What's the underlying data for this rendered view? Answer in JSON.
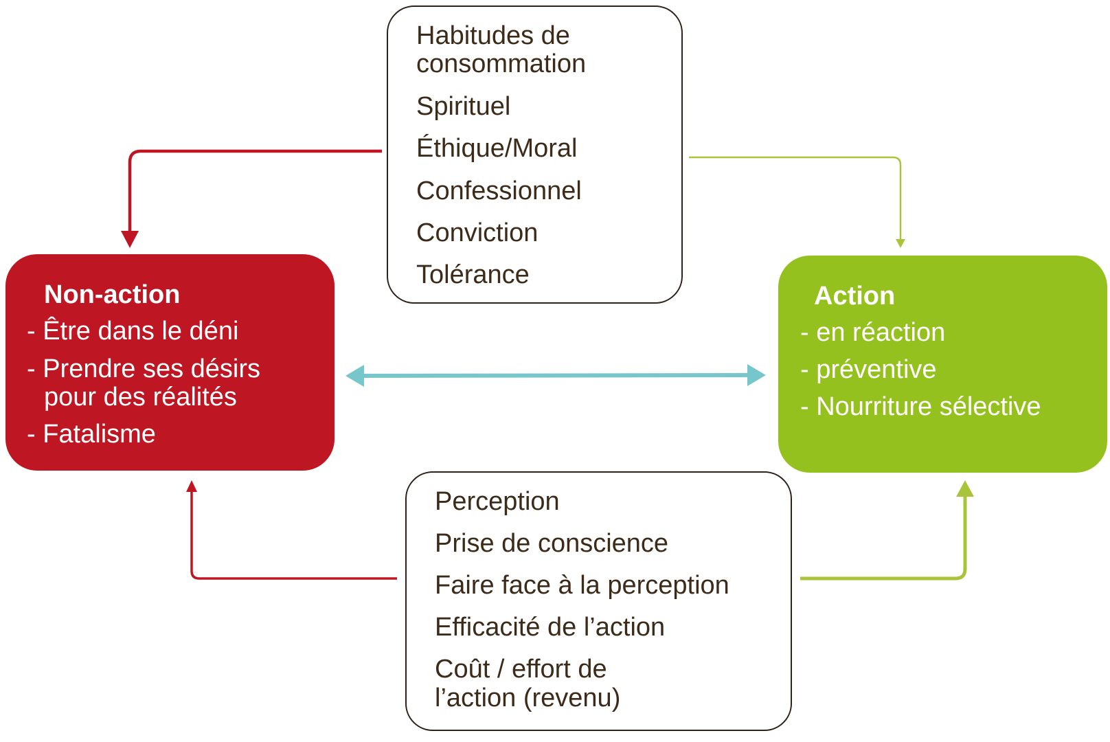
{
  "top_box": {
    "items": [
      "Habitudes de",
      "consommation",
      "Spirituel",
      "Éthique/Moral",
      "Confessionnel",
      "Conviction",
      "Tolérance"
    ]
  },
  "non_action": {
    "title": "Non-action",
    "items": [
      "- Être dans le déni",
      "- Prendre ses désirs",
      "pour des réalités",
      "- Fatalisme"
    ]
  },
  "action": {
    "title": "Action",
    "items": [
      "- en réaction",
      "- préventive",
      "- Nourriture sélective"
    ]
  },
  "bottom_box": {
    "items": [
      "Perception",
      "Prise de conscience",
      "Faire face à la perception",
      "Efficacité de l’action",
      "Coût / effort de",
      "l’action (revenu)"
    ]
  },
  "colors": {
    "non_action": "#be1622",
    "action": "#95c11f",
    "connector_teal": "#76c6cc",
    "connector_green": "#a9c33b",
    "text": "#3d2b1a"
  }
}
